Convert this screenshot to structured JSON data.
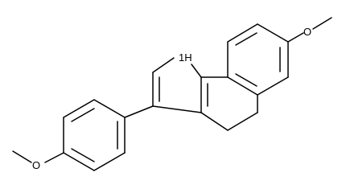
{
  "structure": {
    "labels": {
      "nh": "1H",
      "o_right": "O",
      "o_left": "O"
    },
    "colors": {
      "ink": "#000000",
      "background": "#ffffff"
    }
  }
}
